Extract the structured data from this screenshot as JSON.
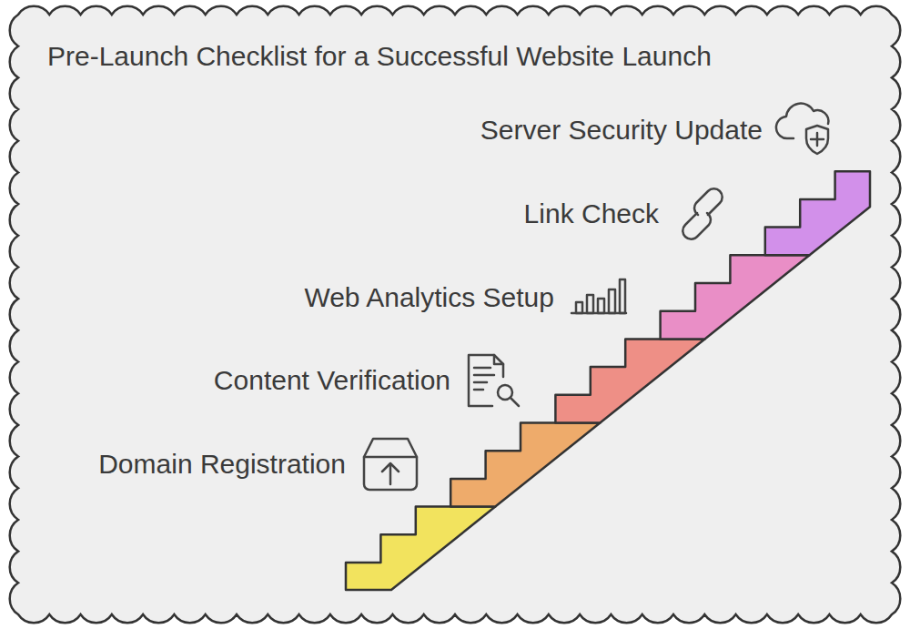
{
  "diagram": {
    "title": "Pre-Launch Checklist for a Successful Website Launch",
    "labels": [
      "Server Security Update",
      "Link Check",
      "Web Analytics Setup",
      "Content Verification",
      "Domain Registration"
    ]
  }
}
